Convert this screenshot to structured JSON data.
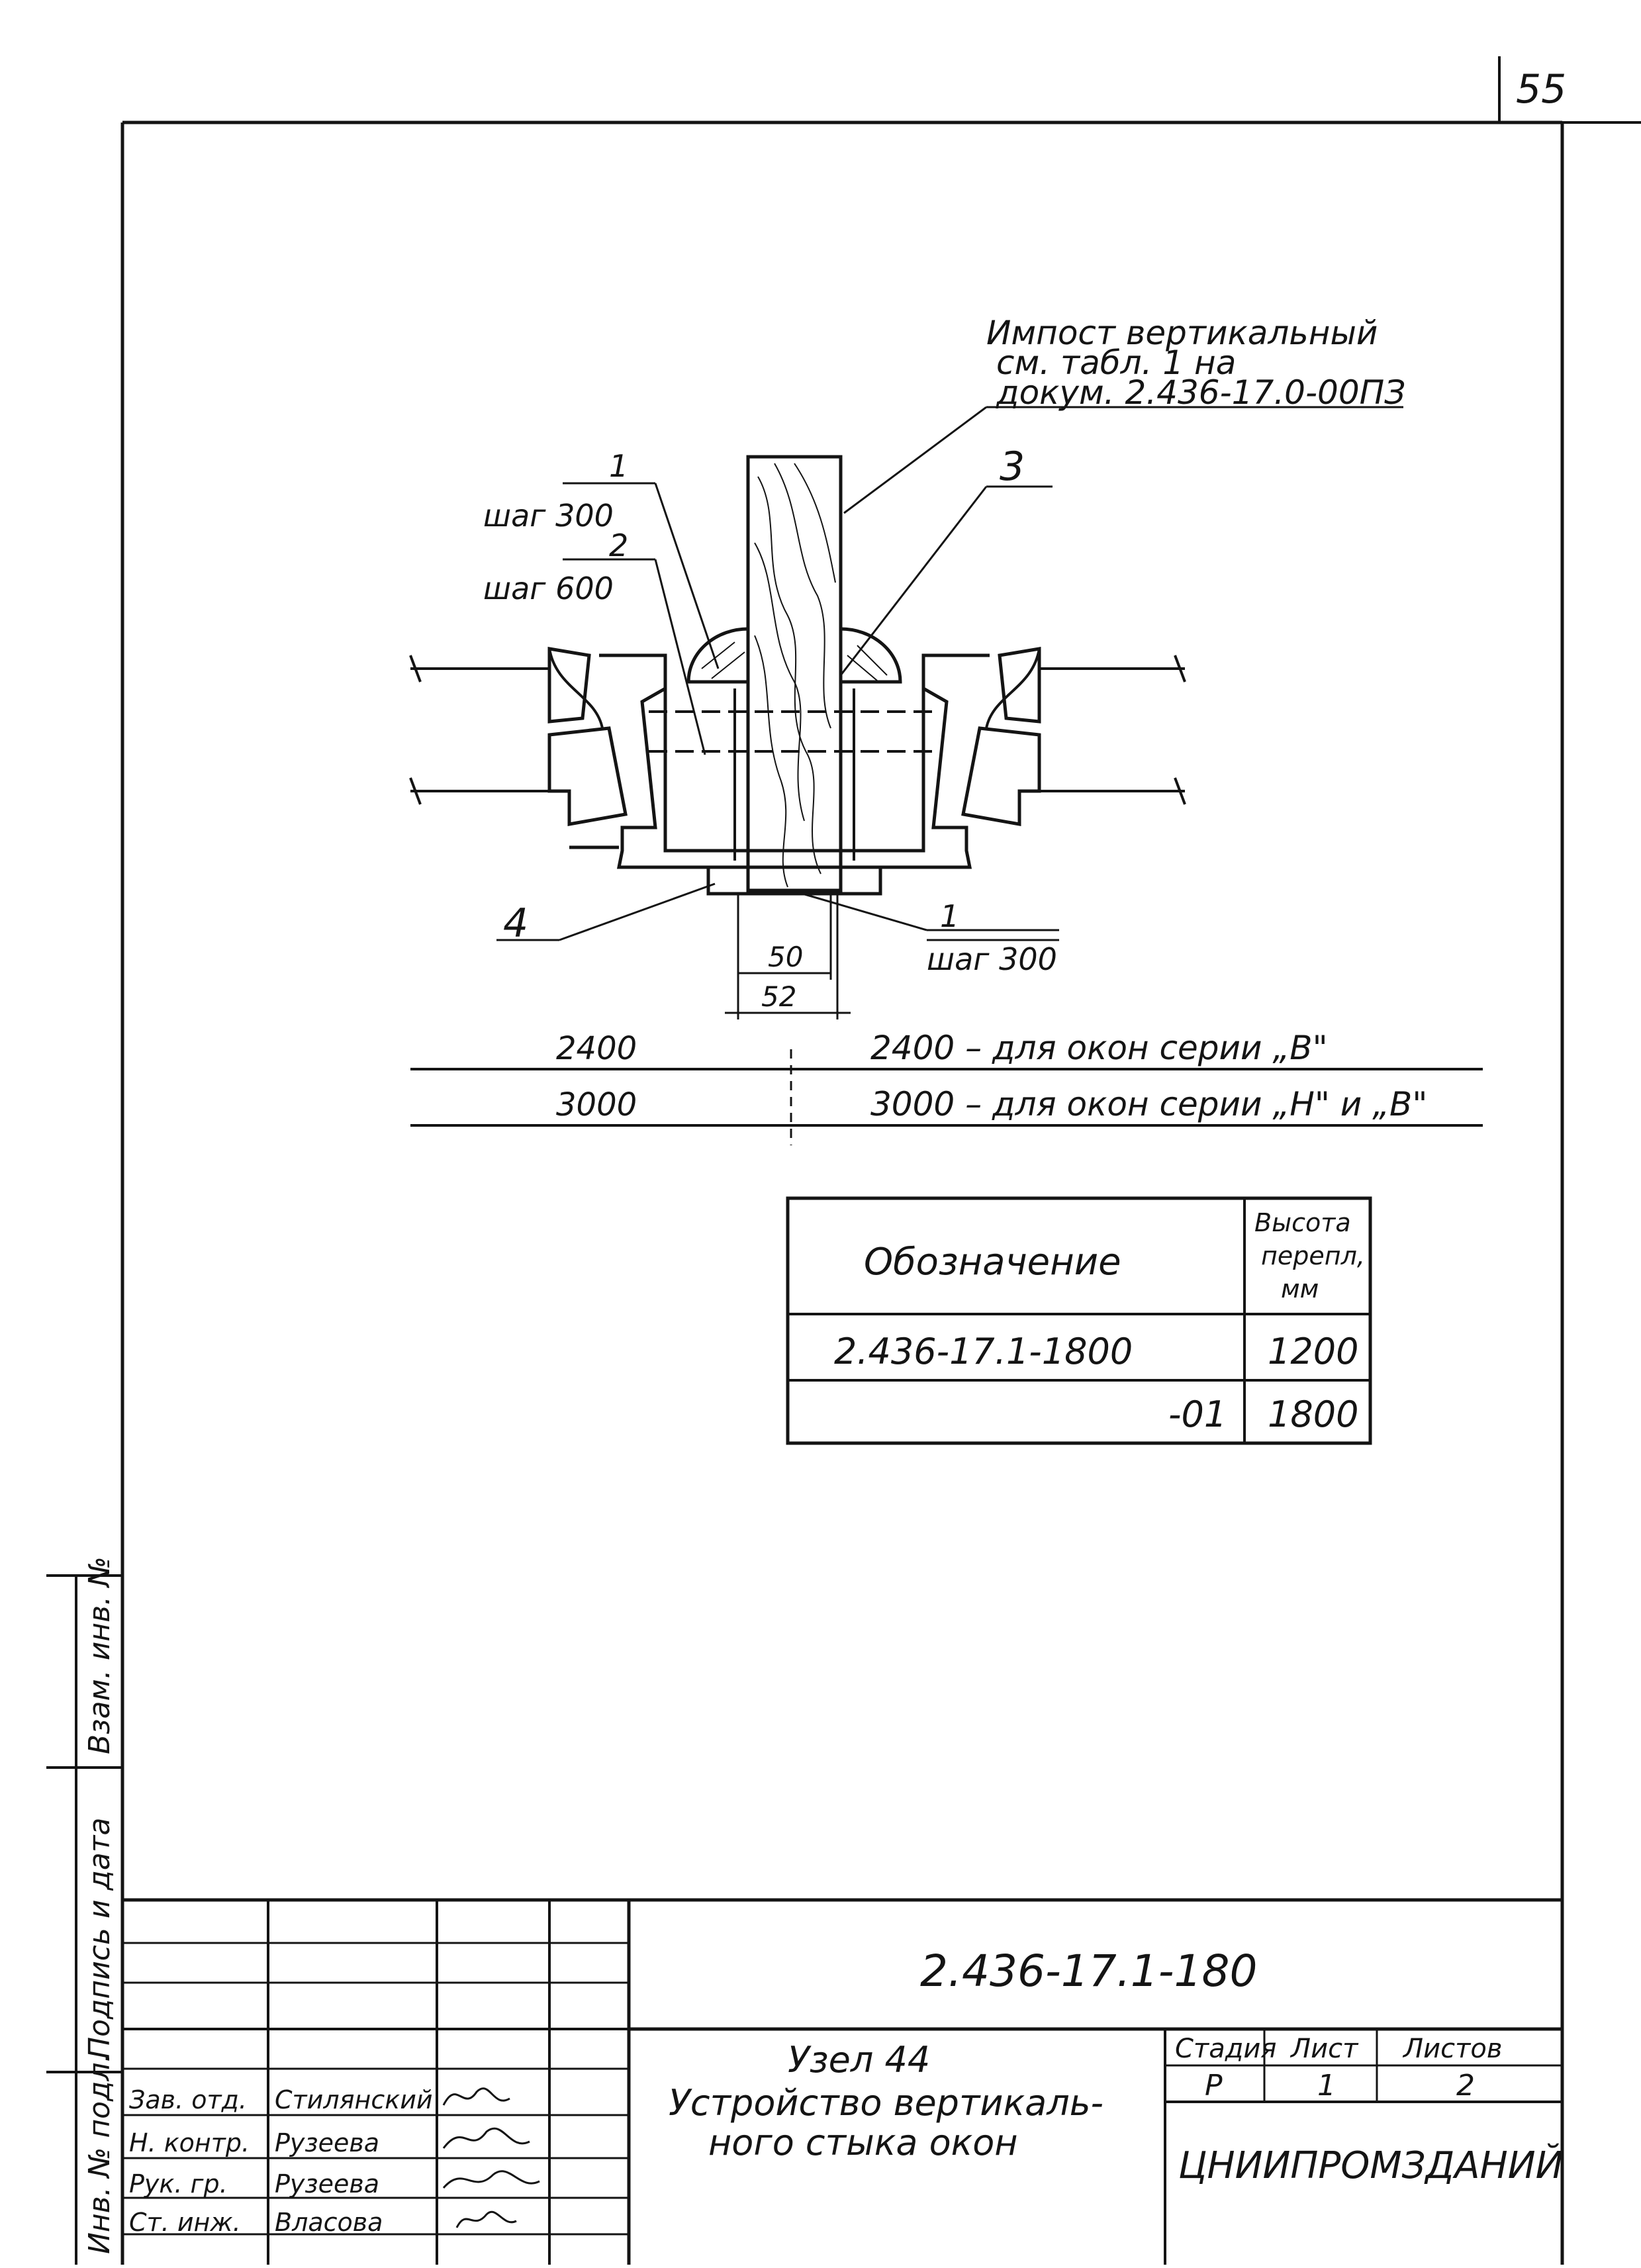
{
  "page_number": "55",
  "drawing": {
    "callout_impost": [
      "Импост вертикальный",
      "см. табл. 1 на",
      "докум. 2.436-17.0-00ПЗ"
    ],
    "callout_3": "3",
    "callout_1_top": "1",
    "callout_1_top_step": "шаг 300",
    "callout_2": "2",
    "callout_2_step": "шаг 600",
    "callout_4": "4",
    "callout_1_bottom": "1",
    "callout_1_bottom_step": "шаг 300",
    "dim_50": "50",
    "dim_52": "52",
    "dim_2400": "2400",
    "dim_3000": "3000",
    "note_2400": "2400 – для окон серии „В\"",
    "note_3000": "3000 – для окон серии „Н\" и „В\""
  },
  "table": {
    "header_designation": "Обозначение",
    "header_height": [
      "Высота",
      "перепл,",
      "мм"
    ],
    "rows": [
      {
        "designation": "2.436-17.1-1800",
        "height": "1200"
      },
      {
        "designation": "-01",
        "height": "1800"
      }
    ]
  },
  "side_stamp": [
    "Инв. № подл.",
    "Подпись и дата",
    "Взам. инв. №"
  ],
  "title_block": {
    "doc_code": "2.436-17.1-180",
    "title": [
      "Узел 44",
      "Устройство вертикаль-",
      "ного стыка окон"
    ],
    "stage_label": "Стадия",
    "stage_value": "Р",
    "sheet_label": "Лист",
    "sheet_value": "1",
    "sheets_label": "Листов",
    "sheets_value": "2",
    "organization": "ЦНИИПРОМЗДАНИЙ",
    "signatures": [
      {
        "role": "Зав. отд.",
        "name": "Стилянский"
      },
      {
        "role": "Н. контр.",
        "name": "Рузеева"
      },
      {
        "role": "Рук. гр.",
        "name": "Рузеева"
      },
      {
        "role": "Ст. инж.",
        "name": "Власова"
      }
    ]
  }
}
